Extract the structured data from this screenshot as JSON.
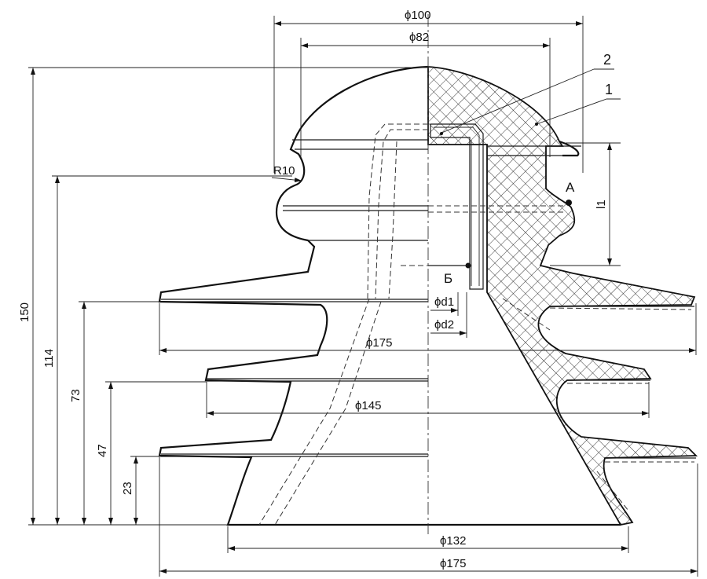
{
  "dimensions": {
    "dia_top": "ϕ100",
    "dia_82": "ϕ82",
    "dia_d1": "ϕd1",
    "dia_d2": "ϕd2",
    "dia_175_upper": "ϕ175",
    "dia_145": "ϕ145",
    "dia_132": "ϕ132",
    "dia_175_lower": "ϕ175",
    "height_150": "150",
    "height_114": "114",
    "height_73": "73",
    "height_47": "47",
    "height_23": "23",
    "radius": "R10",
    "length_l1": "l1"
  },
  "labels": {
    "point_a": "A",
    "point_b": "Б",
    "callout_1": "1",
    "callout_2": "2"
  }
}
